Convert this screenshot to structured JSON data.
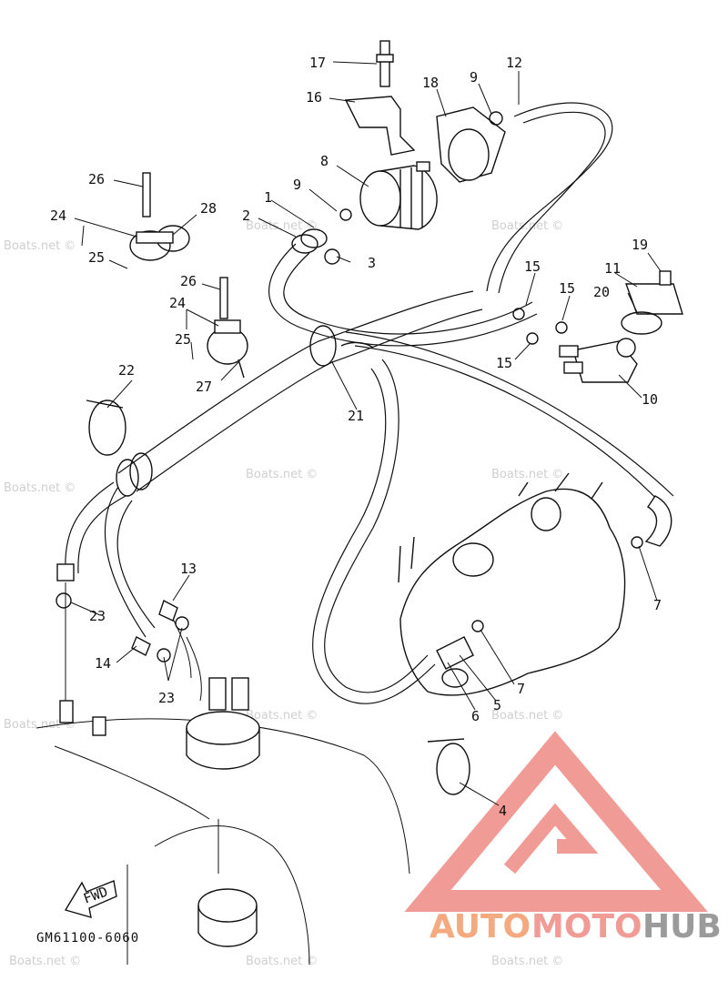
{
  "diagram": {
    "drawing_code": "GM61100-6060",
    "fwd_label": "FWD",
    "watermark_text": "Boats.net ©",
    "logo": {
      "part1": "AUTO",
      "part2": "MOTO",
      "part3": "HUB"
    },
    "labels": [
      "17",
      "16",
      "18",
      "9",
      "12",
      "8",
      "9",
      "1",
      "2",
      "3",
      "26",
      "24",
      "28",
      "25",
      "26",
      "24",
      "25",
      "27",
      "15",
      "15",
      "15",
      "19",
      "11",
      "20",
      "10",
      "21",
      "22",
      "13",
      "23",
      "14",
      "23",
      "7",
      "7",
      "5",
      "6",
      "4"
    ]
  }
}
